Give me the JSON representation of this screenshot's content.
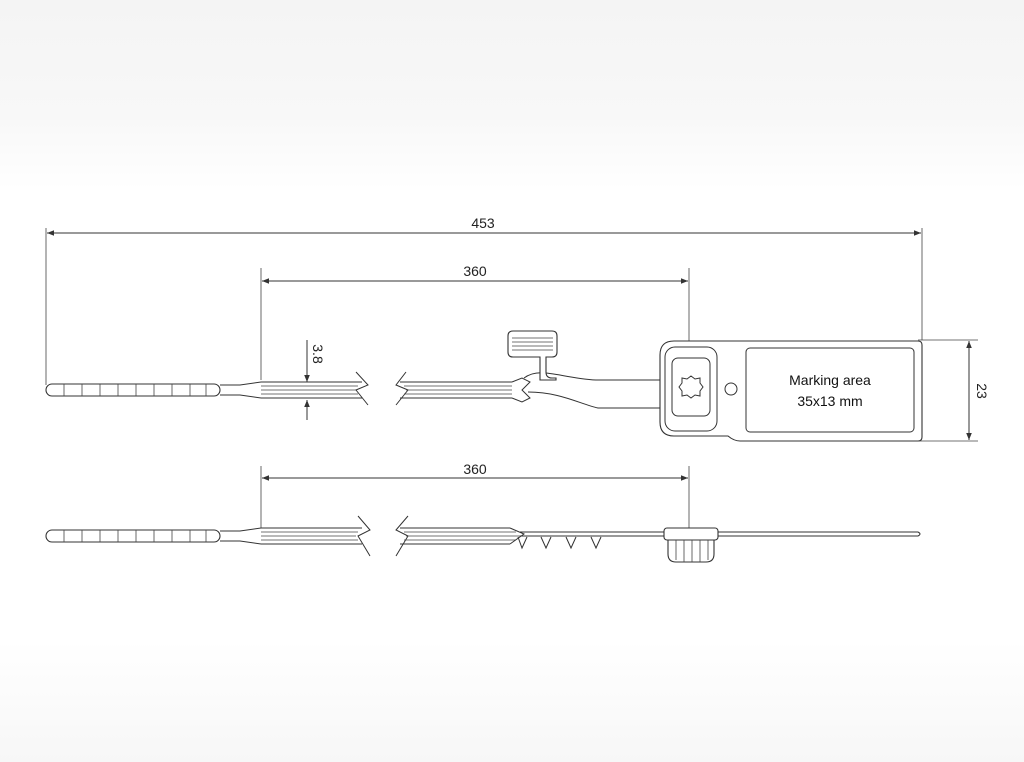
{
  "drawing": {
    "dimensions": {
      "overall_length": "453",
      "strap_length_top": "360",
      "strap_length_bottom": "360",
      "strap_thickness": "3.8",
      "head_height": "23"
    },
    "marking_area": {
      "line1": "Marking area",
      "line2": "35x13 mm"
    },
    "colors": {
      "line": "#333333",
      "background": "#ffffff"
    }
  }
}
